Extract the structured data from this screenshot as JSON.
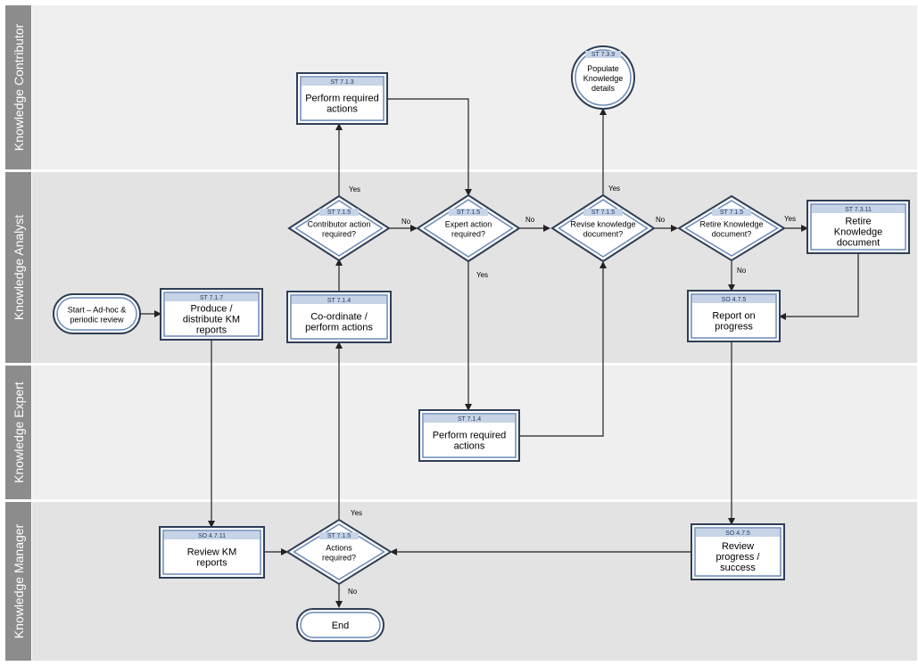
{
  "lanes": [
    {
      "label": "Knowledge Contributor"
    },
    {
      "label": "Knowledge Analyst"
    },
    {
      "label": "Knowledge Expert"
    },
    {
      "label": "Knowledge Manager"
    }
  ],
  "nodes": {
    "start": {
      "lines": [
        "Start – Ad-hoc &",
        "periodic review"
      ]
    },
    "produce": {
      "ref": "ST 7.1.7",
      "lines": [
        "Produce /",
        "distribute KM",
        "reports"
      ]
    },
    "review_km": {
      "ref": "SO 4.7.11",
      "lines": [
        "Review KM",
        "reports"
      ]
    },
    "actions_req": {
      "ref": "ST 7.1.5",
      "lines": [
        "Actions",
        "required?"
      ]
    },
    "end": {
      "lines": [
        "End"
      ]
    },
    "coordinate": {
      "ref": "ST 7.1.4",
      "lines": [
        "Co-ordinate /",
        "perform actions"
      ]
    },
    "contrib_req": {
      "ref": "ST 7.1.5",
      "lines": [
        "Contributor action",
        "required?"
      ]
    },
    "perform_contrib": {
      "ref": "ST 7.1.3",
      "lines": [
        "Perform required",
        "actions"
      ]
    },
    "expert_req": {
      "ref": "ST 7.1.5",
      "lines": [
        "Expert action",
        "required?"
      ]
    },
    "perform_expert": {
      "ref": "ST 7.1.4",
      "lines": [
        "Perform required",
        "actions"
      ]
    },
    "revise": {
      "ref": "ST 7.1.5",
      "lines": [
        "Revise knowledge",
        "document?"
      ]
    },
    "populate": {
      "ref": "ST 7.3.9",
      "lines": [
        "Populate",
        "Knowledge",
        "details"
      ]
    },
    "retire_q": {
      "ref": "ST 7.1.5",
      "lines": [
        "Retire Knowledge",
        "document?"
      ]
    },
    "retire": {
      "ref": "ST 7.3.11",
      "lines": [
        "Retire",
        "Knowledge",
        "document"
      ]
    },
    "report": {
      "ref": "SO 4.7.5",
      "lines": [
        "Report on",
        "progress"
      ]
    },
    "review_prog": {
      "ref": "SO 4.7.5",
      "lines": [
        "Review",
        "progress /",
        "success"
      ]
    }
  },
  "edge_labels": {
    "yes": "Yes",
    "no": "No"
  }
}
